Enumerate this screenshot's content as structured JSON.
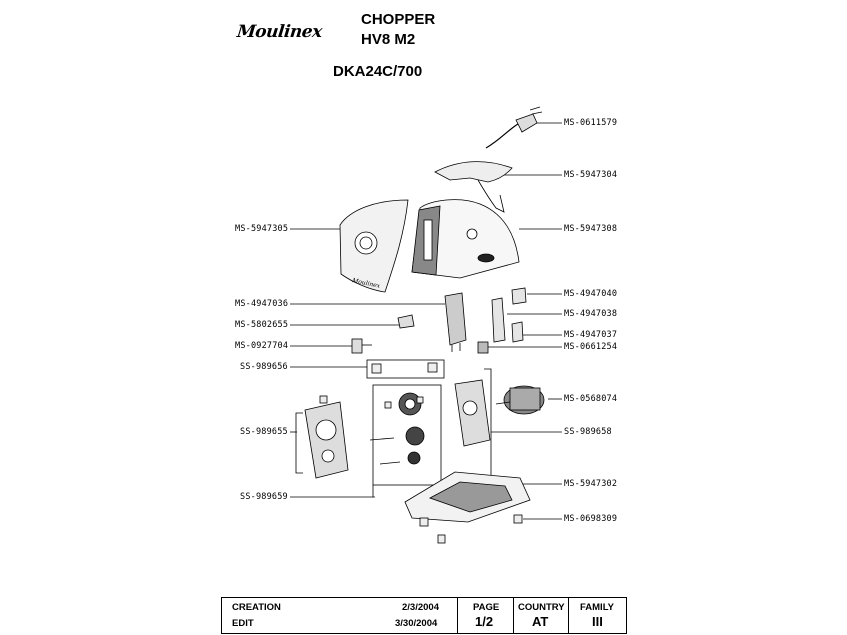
{
  "header": {
    "brand": "Moulinex",
    "product": "CHOPPER",
    "model": "HV8 M2",
    "reference": "DKA24C/700"
  },
  "labels": {
    "right": [
      "MS-0611579",
      "MS-5947304",
      "MS-5947308",
      "MS-4947040",
      "MS-4947038",
      "MS-4947037",
      "MS-0661254",
      "MS-0568074",
      "SS-989658",
      "MS-5947302",
      "MS-0698309"
    ],
    "left": [
      "MS-5947305",
      "MS-4947036",
      "MS-5802655",
      "MS-0927704",
      "SS-989656",
      "SS-989655",
      "SS-989659"
    ]
  },
  "footer": {
    "creation_label": "CREATION",
    "creation_date": "2/3/2004",
    "edit_label": "EDIT",
    "edit_date": "3/30/2004",
    "page_label": "PAGE",
    "page_value": "1/2",
    "country_label": "COUNTRY",
    "country_value": "AT",
    "family_label": "FAMILY",
    "family_value": "III"
  }
}
